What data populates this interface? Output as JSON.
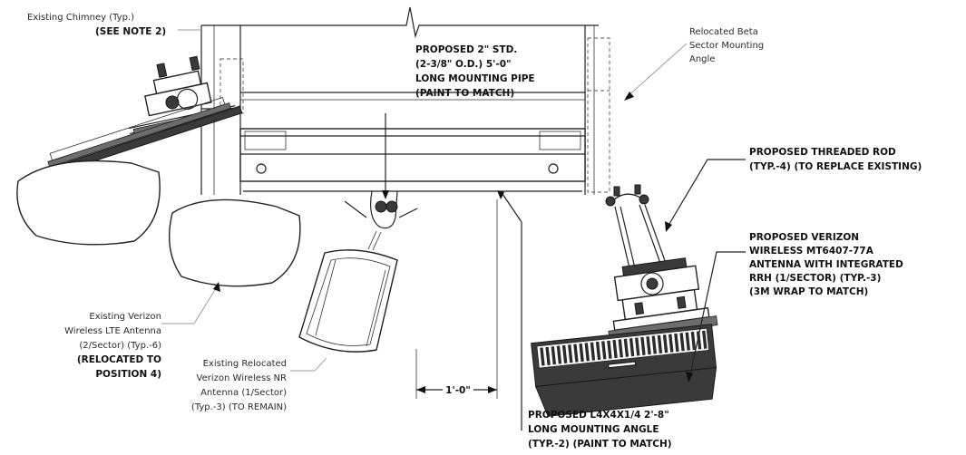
{
  "labels": {
    "chimney": {
      "line1": "Existing Chimney (Typ.)",
      "line2": "(SEE NOTE 2)"
    },
    "mounting_pipe": {
      "line1": "PROPOSED 2\" STD.",
      "line2": "(2-3/8\" O.D.) 5'-0\"",
      "line3": "LONG MOUNTING PIPE",
      "line4": "(PAINT TO MATCH)"
    },
    "beta_angle": {
      "line1": "Relocated Beta",
      "line2": "Sector Mounting",
      "line3": "Angle"
    },
    "threaded_rod": {
      "line1": "PROPOSED THREADED ROD",
      "line2": "(TYP.-4) (TO REPLACE EXISTING)"
    },
    "verizon_mt": {
      "line1": "PROPOSED VERIZON",
      "line2": "WIRELESS MT6407-77A",
      "line3": "ANTENNA WITH INTEGRATED",
      "line4": "RRH (1/SECTOR) (TYP.-3)",
      "line5": "(3M WRAP TO MATCH)"
    },
    "lte_antenna": {
      "line1": "Existing Verizon",
      "line2": "Wireless LTE Antenna",
      "line3": "(2/Sector) (Typ.-6)",
      "line4": "(RELOCATED TO",
      "line5": "POSITION 4)"
    },
    "nr_antenna": {
      "line1": "Existing Relocated",
      "line2": "Verizon Wireless NR",
      "line3": "Antenna (1/Sector)",
      "line4": "(Typ.-3) (TO REMAIN)"
    },
    "dimension": {
      "value": "1'-0\""
    },
    "mounting_angle": {
      "line1": "PROPOSED L4X4X1/4 2'-8\"",
      "line2": "LONG MOUNTING ANGLE",
      "line3": "(TYP.-2) (PAINT TO MATCH)"
    }
  }
}
